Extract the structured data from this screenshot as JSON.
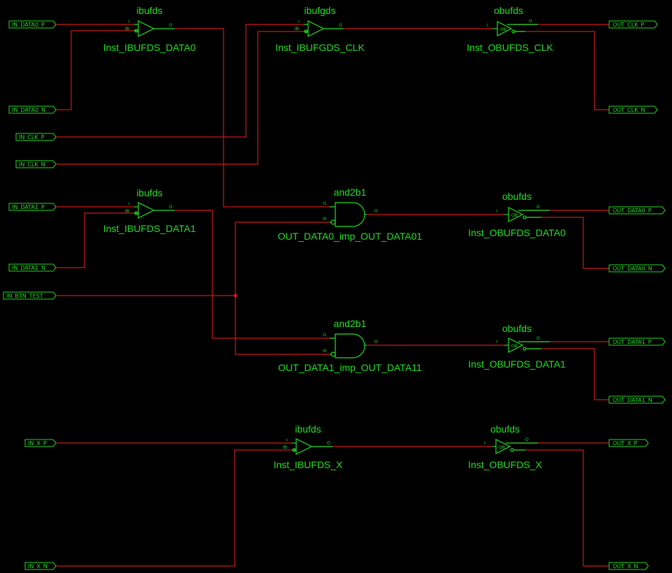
{
  "input_ports": {
    "in_data0_p": "IN_DATA0_P",
    "in_data0_n": "IN_DATA0_N",
    "in_clk_p": "IN_CLK_P",
    "in_clk_n": "IN_CLK_N",
    "in_data1_p": "IN_DATA1_P",
    "in_data1_n": "IN_DATA1_N",
    "in_btn_test": "IN_BTN_TEST",
    "in_x_p": "IN_X_P",
    "in_x_n": "IN_X_N"
  },
  "output_ports": {
    "out_clk_p": "OUT_CLK_P",
    "out_clk_n": "OUT_CLK_N",
    "out_data0_p": "OUT_DATA0_P",
    "out_data0_n": "OUT_DATA0_N",
    "out_data1_p": "OUT_DATA1_P",
    "out_data1_n": "OUT_DATA1_N",
    "out_x_p": "OUT_X_P",
    "out_x_n": "OUT_X_N"
  },
  "cells": {
    "ibufds_data0": {
      "type": "ibufds",
      "instance": "Inst_IBUFDS_DATA0",
      "pin_i": "I",
      "pin_ib": "IB",
      "pin_o": "O"
    },
    "ibufgds_clk": {
      "type": "ibufgds",
      "instance": "Inst_IBUFGDS_CLK",
      "pin_i": "I",
      "pin_ib": "IB",
      "pin_o": "O"
    },
    "obufds_clk": {
      "type": "obufds",
      "instance": "Inst_OBUFDS_CLK",
      "pin_i": "I",
      "pin_ob": "OB",
      "pin_o": "O"
    },
    "ibufds_data1": {
      "type": "ibufds",
      "instance": "Inst_IBUFDS_DATA1",
      "pin_i": "I",
      "pin_ib": "IB",
      "pin_o": "O"
    },
    "and2b1_data0": {
      "type": "and2b1",
      "instance": "OUT_DATA0_imp_OUT_DATA01",
      "pin_i1": "I1",
      "pin_i0": "I0",
      "pin_o": "O"
    },
    "obufds_data0": {
      "type": "obufds",
      "instance": "Inst_OBUFDS_DATA0",
      "pin_i": "I",
      "pin_ob": "OB",
      "pin_o": "O"
    },
    "and2b1_data1": {
      "type": "and2b1",
      "instance": "OUT_DATA1_imp_OUT_DATA11",
      "pin_i1": "I1",
      "pin_i0": "I0",
      "pin_o": "O"
    },
    "obufds_data1": {
      "type": "obufds",
      "instance": "Inst_OBUFDS_DATA1",
      "pin_i": "I",
      "pin_ob": "OB",
      "pin_o": "O"
    },
    "ibufds_x": {
      "type": "ibufds",
      "instance": "Inst_IBUFDS_X",
      "pin_i": "I",
      "pin_ib": "IB",
      "pin_o": "O"
    },
    "obufds_x": {
      "type": "obufds",
      "instance": "Inst_OBUFDS_X",
      "pin_i": "I",
      "pin_ob": "OB",
      "pin_o": "O"
    }
  },
  "colors": {
    "background": "#000000",
    "wire": "#d01818",
    "symbol": "#22e022"
  }
}
